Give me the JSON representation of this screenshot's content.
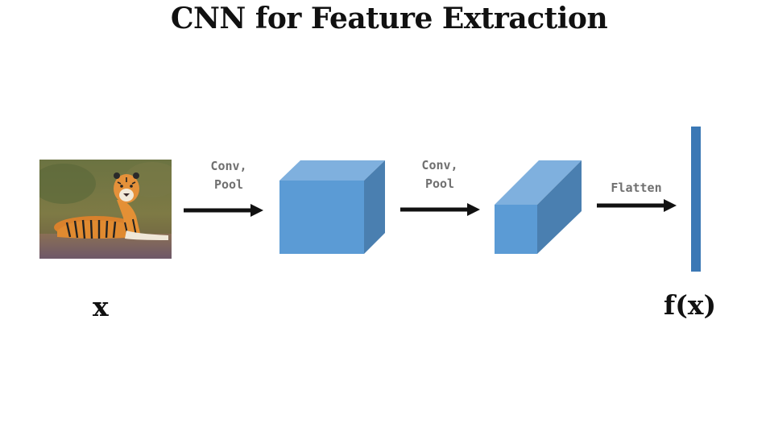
{
  "title": "CNN for Feature Extraction",
  "input_label": "x",
  "output_label": "f(x)",
  "steps": [
    {
      "label": "Conv,\nPool"
    },
    {
      "label": "Conv,\nPool"
    },
    {
      "label": "Flatten"
    }
  ],
  "colors": {
    "block_front": "#5b9bd5",
    "block_top": "#7fb0de",
    "block_side": "#4a7fb0",
    "vector": "#3b78b5",
    "arrow": "#111111"
  },
  "input_image": "tiger-photo"
}
